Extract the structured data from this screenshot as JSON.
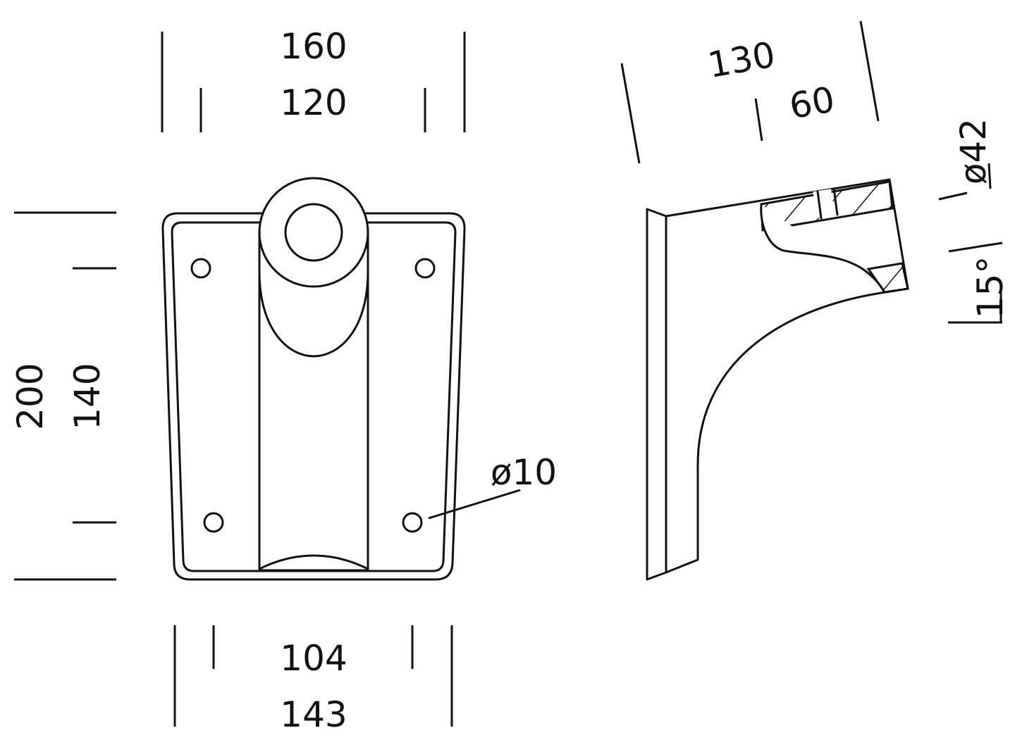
{
  "front_view": {
    "width_outer": "160",
    "width_holes_top": "120",
    "height_outer": "200",
    "height_holes": "140",
    "width_holes_bottom": "104",
    "width_bottom": "143",
    "hole_diameter": "ø10"
  },
  "side_view": {
    "depth": "130",
    "tube_offset": "60",
    "tube_diameter": "ø42",
    "angle": "15°"
  },
  "colors": {
    "line": "#111111",
    "background": "#ffffff"
  }
}
